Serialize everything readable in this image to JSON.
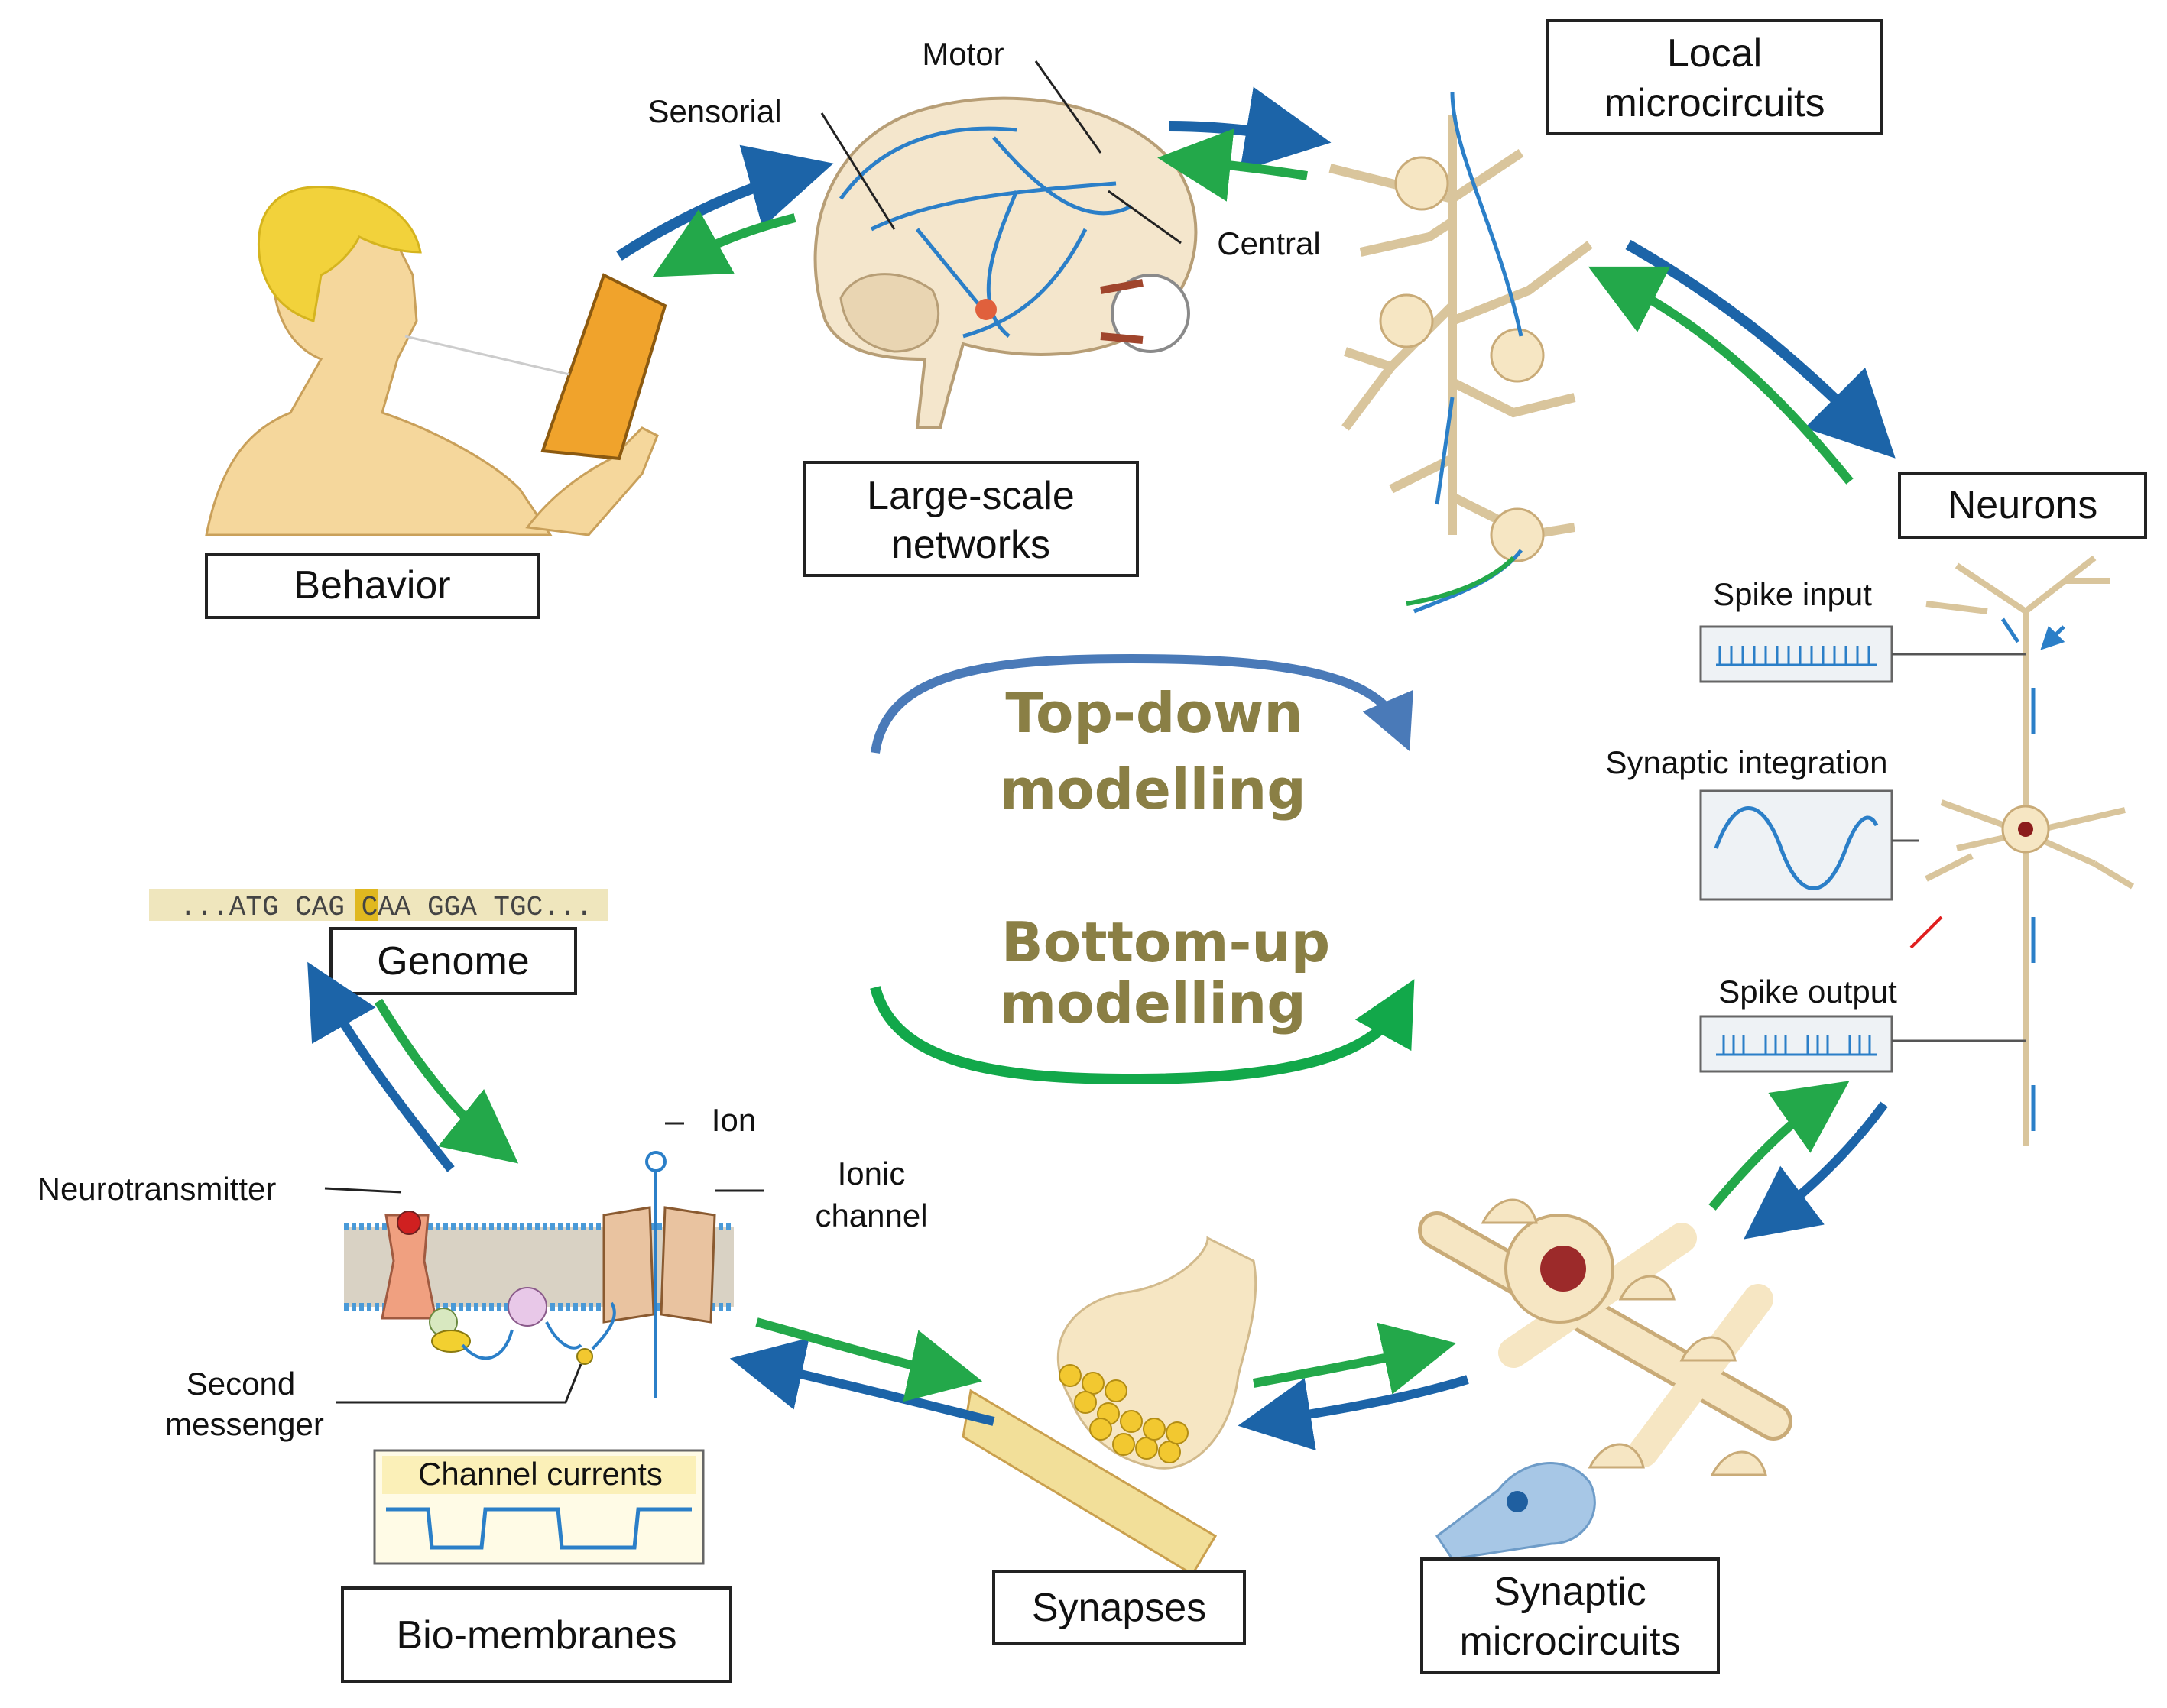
{
  "stages": {
    "behavior": "Behavior",
    "large_scale_1": "Large-scale",
    "large_scale_2": "networks",
    "local_1": "Local",
    "local_2": "microcircuits",
    "neurons": "Neurons",
    "synaptic_mc_1": "Synaptic",
    "synaptic_mc_2": "microcircuits",
    "synapses": "Synapses",
    "biomembranes": "Bio-membranes",
    "genome": "Genome"
  },
  "brain_labels": {
    "motor": "Motor",
    "sensorial": "Sensorial",
    "central": "Central"
  },
  "neuron_labels": {
    "spike_input": "Spike input",
    "synaptic_integration": "Synaptic integration",
    "spike_output": "Spike output"
  },
  "membrane_labels": {
    "ion": "Ion",
    "ionic_channel_1": "Ionic",
    "ionic_channel_2": "channel",
    "neurotransmitter": "Neurotransmitter",
    "second_messenger_1": "Second",
    "second_messenger_2": "messenger",
    "channel_currents": "Channel currents"
  },
  "genome_sequence": "...ATG CAG CAA GGA TGC...",
  "center": {
    "topdown_1": "Top-down",
    "topdown_2": "modelling",
    "bottomup_1": "Bottom-up",
    "bottomup_2": "modelling"
  },
  "colors": {
    "topdown_arrow": "#1c64a8",
    "bottomup_arrow": "#23a84a",
    "center_text": "#8a7f45",
    "cell_fill": "#f6e6c3",
    "skin": "#f5d79c",
    "book": "#f0a32c"
  }
}
